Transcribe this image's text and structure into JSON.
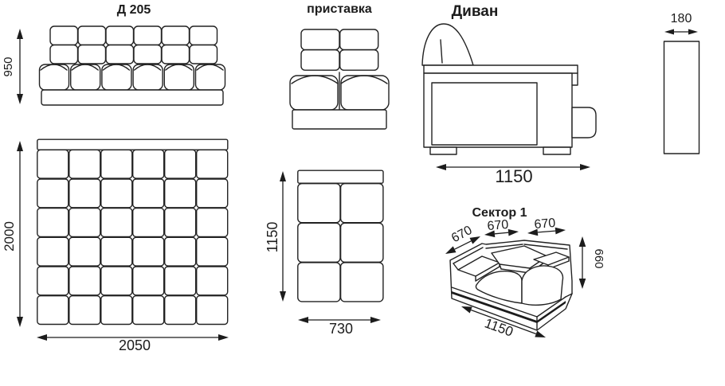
{
  "sheet": {
    "background": "#ffffff",
    "line_color": "#1c1c1c"
  },
  "figures": {
    "d205": {
      "title": "Д 205",
      "dims": {
        "front_height": "950",
        "plan_depth": "2000",
        "plan_width": "2050"
      }
    },
    "pristavka": {
      "title": "приставка",
      "dims": {
        "plan_depth": "1150",
        "plan_width": "730"
      }
    },
    "divan": {
      "title": "Диван",
      "dims": {
        "length": "1150"
      }
    },
    "side_panel": {
      "dims": {
        "width": "180"
      }
    },
    "sektor1": {
      "title": "Сектор 1",
      "dims": {
        "edge_left": "670",
        "edge_center": "670",
        "edge_right": "670",
        "height": "660",
        "base_width": "1150"
      }
    }
  }
}
